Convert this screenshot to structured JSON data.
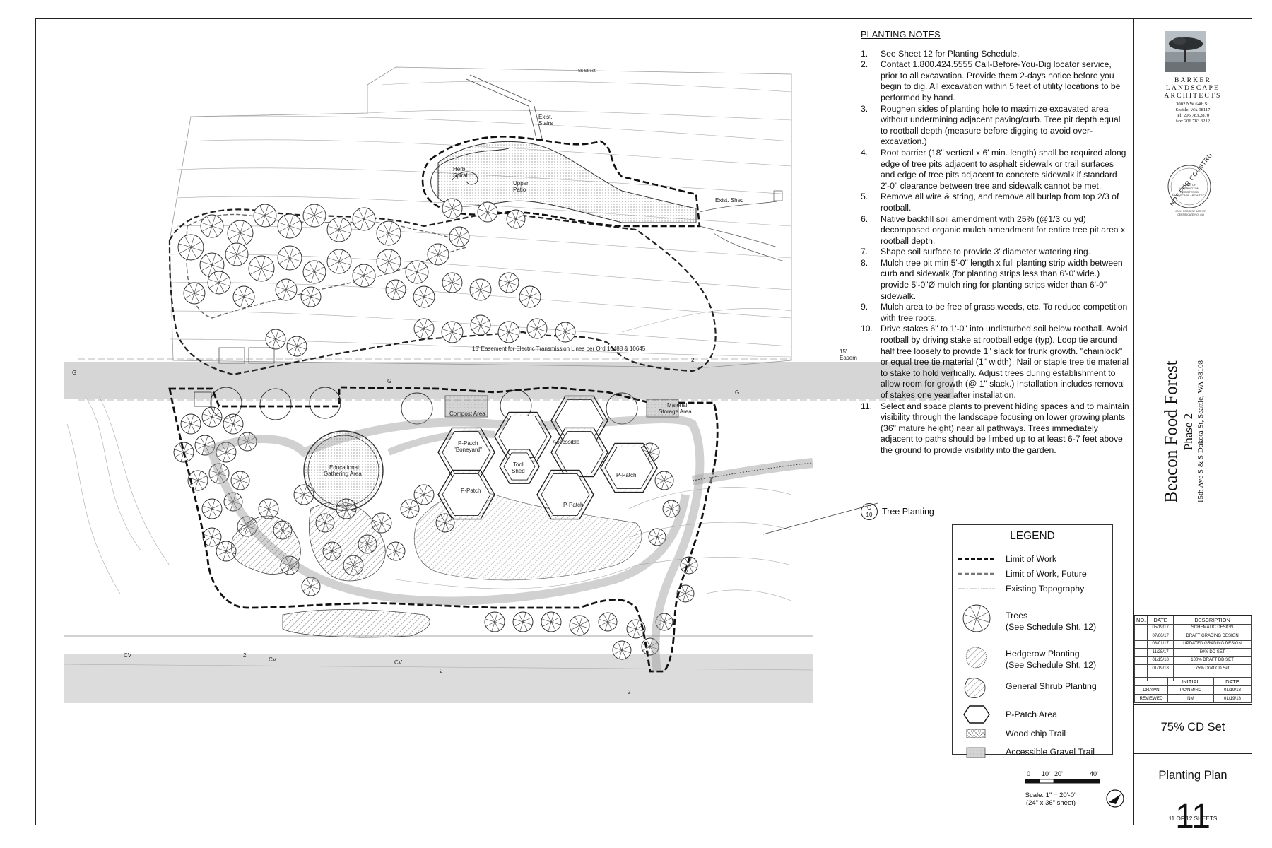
{
  "planting_notes": {
    "heading": "PLANTING NOTES",
    "items": [
      {
        "num": "1.",
        "text": "See Sheet 12 for Planting Schedule."
      },
      {
        "num": "2.",
        "text": "Contact 1.800.424.5555 Call-Before-You-Dig locator service, prior to all excavation. Provide them 2-days notice before you begin to dig. All excavation within 5 feet of utility locations to be performed by hand."
      },
      {
        "num": "3.",
        "text": "Roughen sides of planting hole to maximize excavated area without undermining adjacent paving/curb. Tree pit depth equal to rootball depth (measure before digging to avoid over-excavation.)"
      },
      {
        "num": "4.",
        "text": "Root barrier (18\" vertical x 6' min. length) shall be required along edge of tree pits adjacent to asphalt sidewalk or trail surfaces and edge of tree pits adjacent to concrete sidewalk if standard 2'-0\" clearance between tree and sidewalk cannot be met."
      },
      {
        "num": "5.",
        "text": "Remove all wire & string, and remove all burlap from top 2/3 of rootball."
      },
      {
        "num": "6.",
        "text": "Native backfill soil amendment with 25% (@1/3 cu yd) decomposed organic mulch amendment for entire tree pit area x rootball depth."
      },
      {
        "num": "7.",
        "text": "Shape soil surface to provide 3' diameter watering ring."
      },
      {
        "num": "8.",
        "text": "Mulch tree pit min 5'-0\" length x full planting strip width between curb and sidewalk (for planting strips less than 6'-0\"wide.) provide 5'-0\"Ø mulch ring for planting strips wider than 6'-0\" sidewalk."
      },
      {
        "num": "9.",
        "text": "Mulch area to be free of grass,weeds, etc. To reduce competition with tree roots."
      },
      {
        "num": "10.",
        "text": "Drive stakes 6\" to 1'-0\" into undisturbed soil below rootball. Avoid rootball by driving stake at rootball edge (typ). Loop tie around half tree loosely to provide 1\" slack for trunk growth. \"chainlock\" or equal tree tie material (1\" width). Nail or staple tree tie material to stake to hold vertically. Adjust trees during establishment to allow room for growth (@ 1\" slack.) Installation includes removal of stakes one year after installation."
      },
      {
        "num": "11.",
        "text": "Select and space plants to prevent hiding spaces and to maintain visibility through the landscape focusing on lower growing plants (36\" mature height) near all pathways. Trees immediately adjacent to paths should be limbed up to at least 6-7 feet above the ground to provide visibility into the garden."
      }
    ]
  },
  "detail_callout": {
    "top": "C",
    "bottom": "10",
    "label": "Tree Planting"
  },
  "legend": {
    "title": "LEGEND",
    "items": [
      {
        "label": "Limit of Work"
      },
      {
        "label": "Limit of Work, Future"
      },
      {
        "label": "Existing Topography"
      },
      {
        "label": "Trees",
        "sub": "(See Schedule Sht. 12)"
      },
      {
        "label": "Hedgerow Planting",
        "sub": "(See Schedule Sht. 12)"
      },
      {
        "label": "General Shrub Planting"
      },
      {
        "label": "P-Patch Area"
      },
      {
        "label": "Wood chip Trail"
      },
      {
        "label": "Accessible Gravel Trail"
      }
    ]
  },
  "scale": {
    "ticks": [
      "0",
      "10'",
      "20'",
      "40'"
    ],
    "line1": "Scale: 1\" = 20'-0\"",
    "line2": "(24\" x 36\" sheet)"
  },
  "plan_labels": {
    "herb_spiral": [
      "Herb",
      "Spiral"
    ],
    "upper_patio": [
      "Upper",
      "Patio"
    ],
    "exist_stairs": [
      "Exist.",
      "Stairs"
    ],
    "exist_shed": "Exist. Shed",
    "easement": "15' Easement for Electric Transmission Lines per Ord 10488 & 10645",
    "easement_side": [
      "15'",
      "Easem"
    ],
    "compost": "Compost Area",
    "material": [
      "Material",
      "Storage Area"
    ],
    "boneyard": [
      "P-Patch",
      "\"Boneyard\""
    ],
    "tool_shed": [
      "Tool",
      "Shed"
    ],
    "accessible": "Accessible",
    "educational": [
      "Educational",
      "Gathering Area"
    ],
    "ppatch": "P-Patch",
    "street_top": "Sk Street",
    "cv": "CV",
    "two": "2",
    "g": "G"
  },
  "title_block": {
    "firm": {
      "name": [
        "BARKER",
        "LANDSCAPE",
        "ARCHITECTS"
      ],
      "address": [
        "3002 NW 64th St.",
        "Seattle, WA 98117"
      ],
      "phone": "tel:   206.783.2870",
      "fax": "fax:  206.783.3212"
    },
    "stamp": {
      "text": "NOT FOR CONSTRUCTION",
      "lines": [
        "STATE OF",
        "WASHINGTON",
        "REGISTERED",
        "LANDSCAPE ARCHITECT"
      ],
      "name": "JOHN FORREST BARKER",
      "cert": "CERTIFICATE NO. 448"
    },
    "project": {
      "title": "Beacon Food Forest",
      "phase": "Phase 2",
      "address": "15th Ave S & S Dakota St, Seattle, WA 98108"
    },
    "revisions": {
      "headers": [
        "NO.",
        "DATE",
        "DESCRIPTION"
      ],
      "rows": [
        {
          "no": "",
          "date": "05/19/17",
          "desc": "SCHEMATIC DESIGN"
        },
        {
          "no": "",
          "date": "07/06/17",
          "desc": "DRAFT GRADING DESIGN"
        },
        {
          "no": "",
          "date": "08/01/17",
          "desc": "UPDATED GRADING DESIGN"
        },
        {
          "no": "",
          "date": "11/28/17",
          "desc": "50% DD SET"
        },
        {
          "no": "",
          "date": "01/15/18",
          "desc": "100% DRAFT DD SET"
        },
        {
          "no": "",
          "date": "01/19/18",
          "desc": "75% Draft CD Set"
        }
      ]
    },
    "signoff": {
      "headers": [
        "",
        "INITIAL",
        "DATE"
      ],
      "rows": [
        {
          "role": "DRAWN",
          "initial": "PC/NM/RC",
          "date": "01/19/18"
        },
        {
          "role": "REVIEWED",
          "initial": "NM",
          "date": "01/19/18"
        }
      ]
    },
    "set_name": "75% CD Set",
    "sheet_title": "Planting Plan",
    "sheet_number": "11",
    "sheet_of": "11 OF  12  SHEETS"
  }
}
